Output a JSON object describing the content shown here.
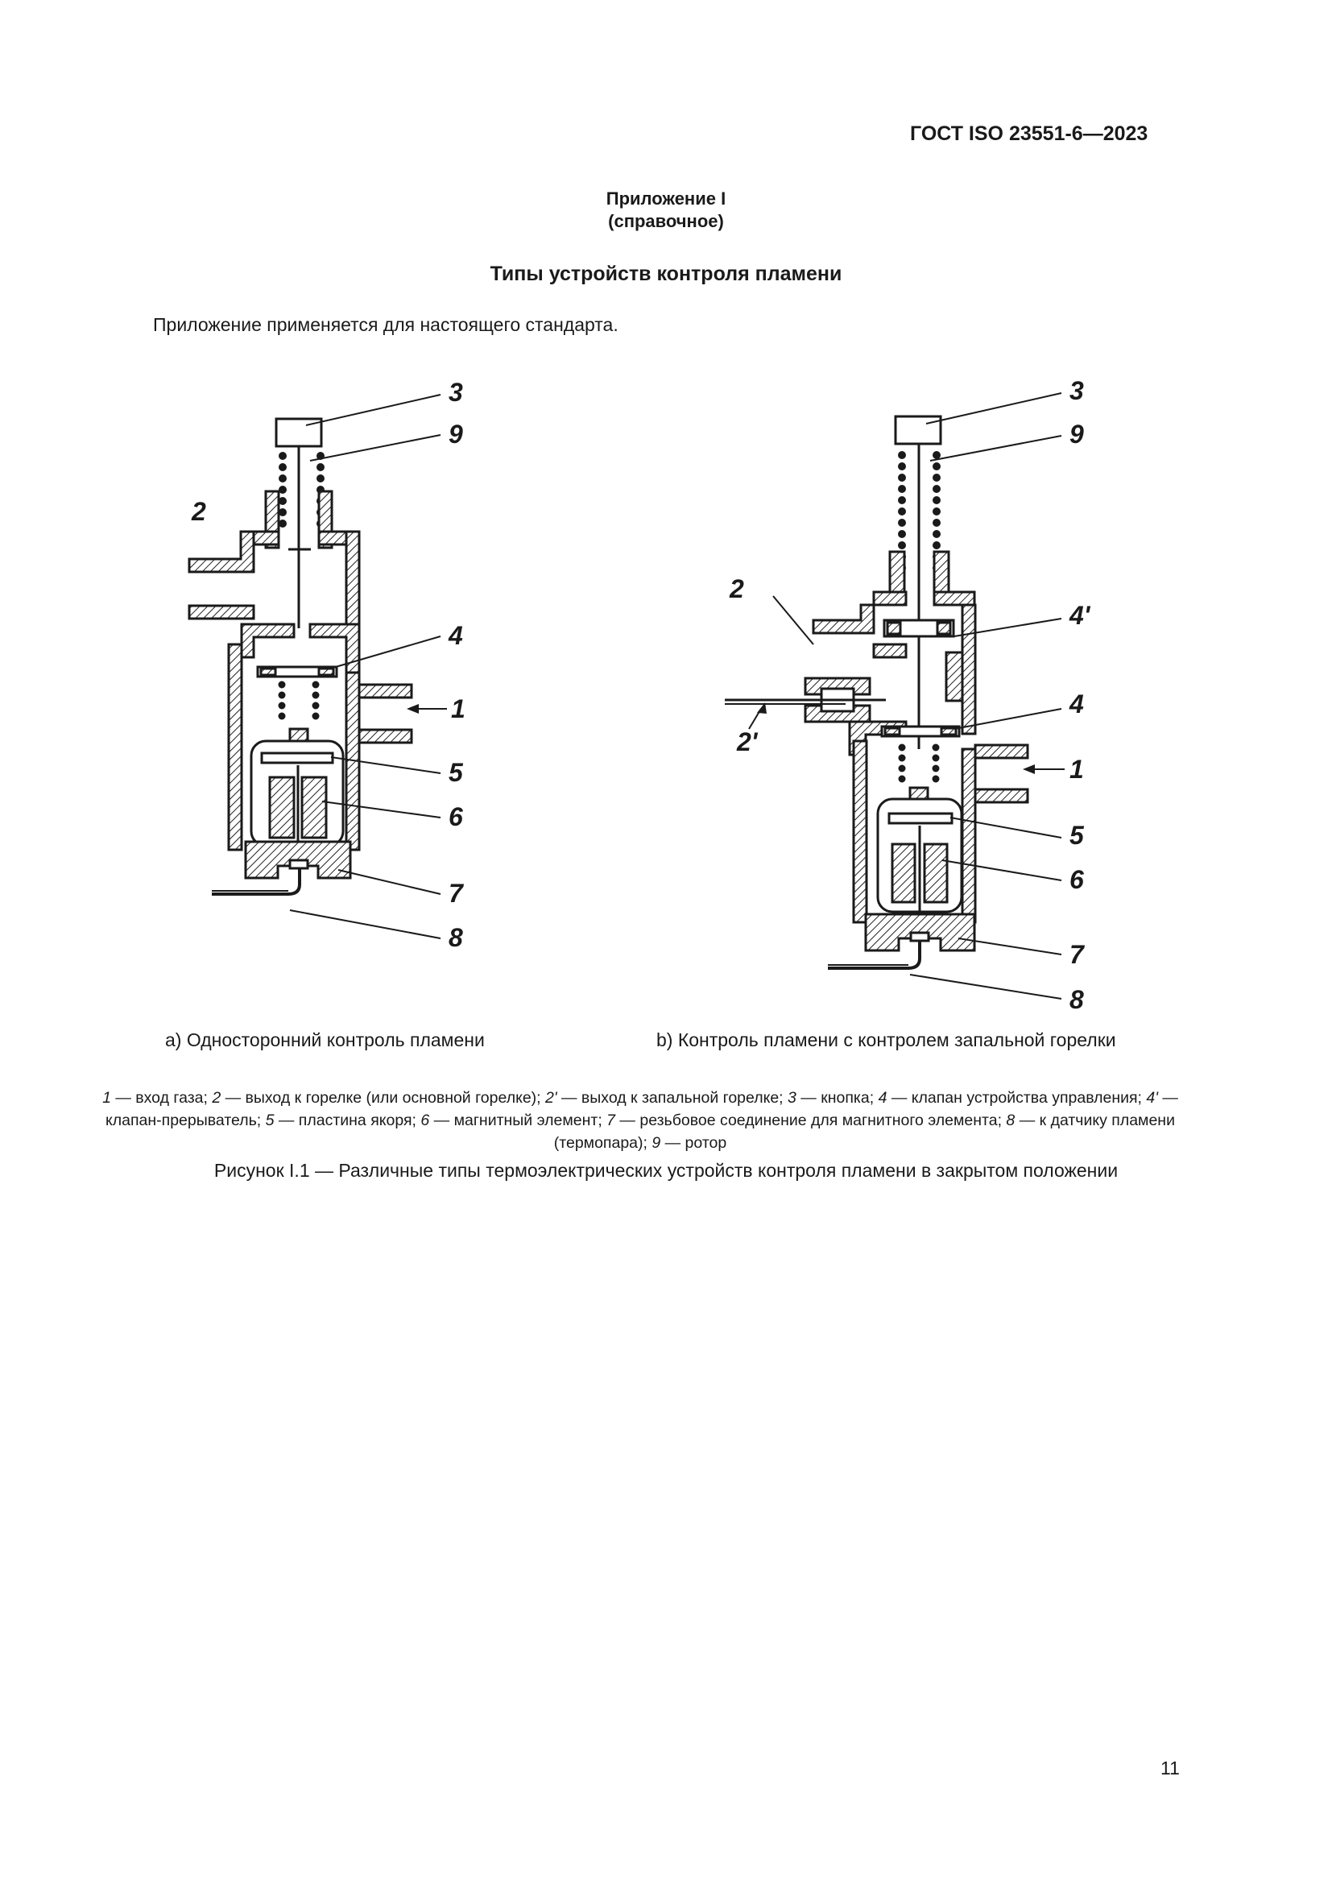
{
  "header": {
    "doc_code": "ГОСТ ISO 23551-6—2023"
  },
  "appendix": {
    "title": "Приложение I",
    "note": "(справочное)",
    "section_title": "Типы устройств контроля пламени",
    "intro": "Приложение применяется для настоящего стандарта."
  },
  "figure": {
    "a": {
      "caption": "а)  Односторонний контроль пламени",
      "labels": {
        "l3": "3",
        "l9": "9",
        "l2": "2",
        "l4": "4",
        "l1": "1",
        "l5": "5",
        "l6": "6",
        "l7": "7",
        "l8": "8"
      }
    },
    "b": {
      "caption": "b)  Контроль пламени с контролем запальной горелки",
      "labels": {
        "l3": "3",
        "l9": "9",
        "l2": "2",
        "l4p": "4'",
        "l2p": "2'",
        "l4": "4",
        "l1": "1",
        "l5": "5",
        "l6": "6",
        "l7": "7",
        "l8": "8"
      }
    },
    "legend": [
      {
        "num": "1",
        "text": " — вход газа; "
      },
      {
        "num": "2",
        "text": " — выход к горелке (или основной горелке); "
      },
      {
        "num": "2'",
        "text": " — выход к запальной горелке; "
      },
      {
        "num": "3",
        "text": " — кнопка; "
      },
      {
        "num": "4",
        "text": " — клапан устройства управления; "
      },
      {
        "num": "4'",
        "text": " — клапан-прерыватель; "
      },
      {
        "num": "5",
        "text": " — пластина якоря; "
      },
      {
        "num": "6",
        "text": " — магнитный элемент; "
      },
      {
        "num": "7",
        "text": " — резьбовое соединение для магнитного элемента; "
      },
      {
        "num": "8",
        "text": " — к датчику пламени (термопара); "
      },
      {
        "num": "9",
        "text": " — ротор"
      }
    ],
    "caption": "Рисунок I.1 — Различные типы термоэлектрических устройств контроля пламени в закрытом положении"
  },
  "footer": {
    "page_number": "11"
  }
}
